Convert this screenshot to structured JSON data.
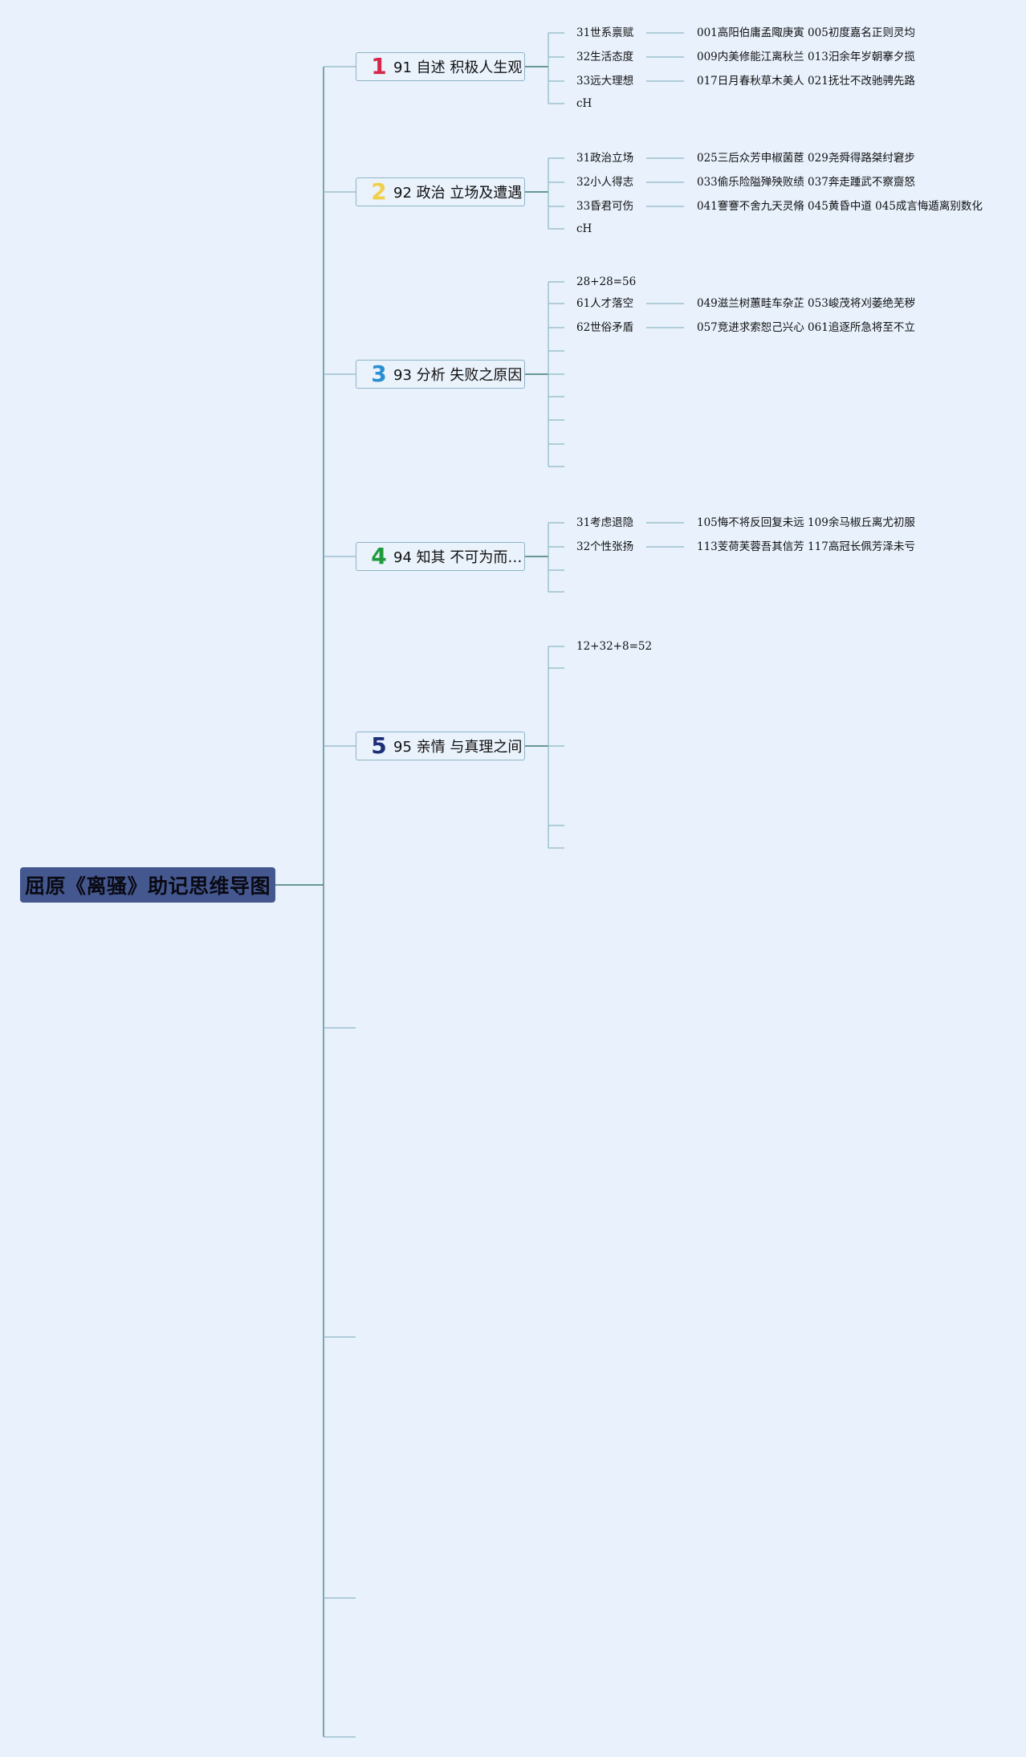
{
  "root": {
    "title": "屈原《离骚》助记思维导图"
  },
  "branches": [
    {
      "badge": "1",
      "badge_color": "#d6274a",
      "label": "91 自述 积极人生观",
      "subs": [
        {
          "label": "31世系禀赋",
          "leaf": "001高阳伯庸孟陬庚寅 005初度嘉名正则灵均"
        },
        {
          "label": "32生活态度",
          "leaf": "009内美修能江离秋兰 013汨余年岁朝搴夕揽"
        },
        {
          "label": "33远大理想",
          "leaf": "017日月春秋草木美人 021抚壮不改驰骋先路"
        },
        {
          "label": "cH",
          "leaf": ""
        }
      ]
    },
    {
      "badge": "2",
      "badge_color": "#f2cf4a",
      "label": "92 政治 立场及遭遇",
      "subs": [
        {
          "label": "31政治立场",
          "leaf": "025三后众芳申椒菌茝 029尧舜得路桀纣窘步"
        },
        {
          "label": "32小人得志",
          "leaf": "033偷乐险隘殚殃败绩 037奔走踵武不察齌怒"
        },
        {
          "label": "33昏君可伤",
          "leaf": "041謇謇不舍九天灵脩 045黄昏中道 045成言悔遁离别数化"
        },
        {
          "label": "cH",
          "leaf": ""
        }
      ]
    },
    {
      "badge": "3",
      "badge_color": "#2a8fd0",
      "label": "93 分析 失败之原因",
      "subs": [
        {
          "label": "28+28=56",
          "leaf": ""
        },
        {
          "label": "61人才落空",
          "leaf": "049滋兰树蕙畦车杂芷 053峻茂将刈萎绝芜秽"
        },
        {
          "label": "62世俗矛盾",
          "leaf": "057竞进求索恕己兴心 061追逐所急将至不立"
        },
        {
          "label": "",
          "leaf": ""
        },
        {
          "label": "",
          "leaf": ""
        },
        {
          "label": "",
          "leaf": ""
        },
        {
          "label": "",
          "leaf": ""
        },
        {
          "label": "",
          "leaf": ""
        },
        {
          "label": "",
          "leaf": ""
        }
      ]
    },
    {
      "badge": "4",
      "badge_color": "#1f9a3a",
      "label": "94 知其 不可为而…",
      "subs": [
        {
          "label": "31考虑退隐",
          "leaf": "105悔不将反回复未远 109余马椒丘离尤初服"
        },
        {
          "label": "32个性张扬",
          "leaf": "113芰荷芙蓉吾其信芳 117高冠长佩芳泽未亏"
        },
        {
          "label": "",
          "leaf": ""
        },
        {
          "label": "",
          "leaf": ""
        }
      ]
    },
    {
      "badge": "5",
      "badge_color": "#1c2f78",
      "label": "95 亲情 与真理之间",
      "subs": [
        {
          "label": "12+32+8=52",
          "leaf": ""
        },
        {
          "label": "",
          "leaf": ""
        },
        {
          "label": "",
          "leaf": ""
        },
        {
          "label": "",
          "leaf": ""
        },
        {
          "label": "",
          "leaf": ""
        }
      ]
    },
    {
      "badge": "",
      "badge_color": "",
      "label": "",
      "subs": []
    },
    {
      "badge": "",
      "badge_color": "",
      "label": "",
      "subs": []
    },
    {
      "badge": "",
      "badge_color": "",
      "label": "",
      "subs": []
    },
    {
      "badge": "",
      "badge_color": "",
      "label": "",
      "subs": []
    }
  ]
}
